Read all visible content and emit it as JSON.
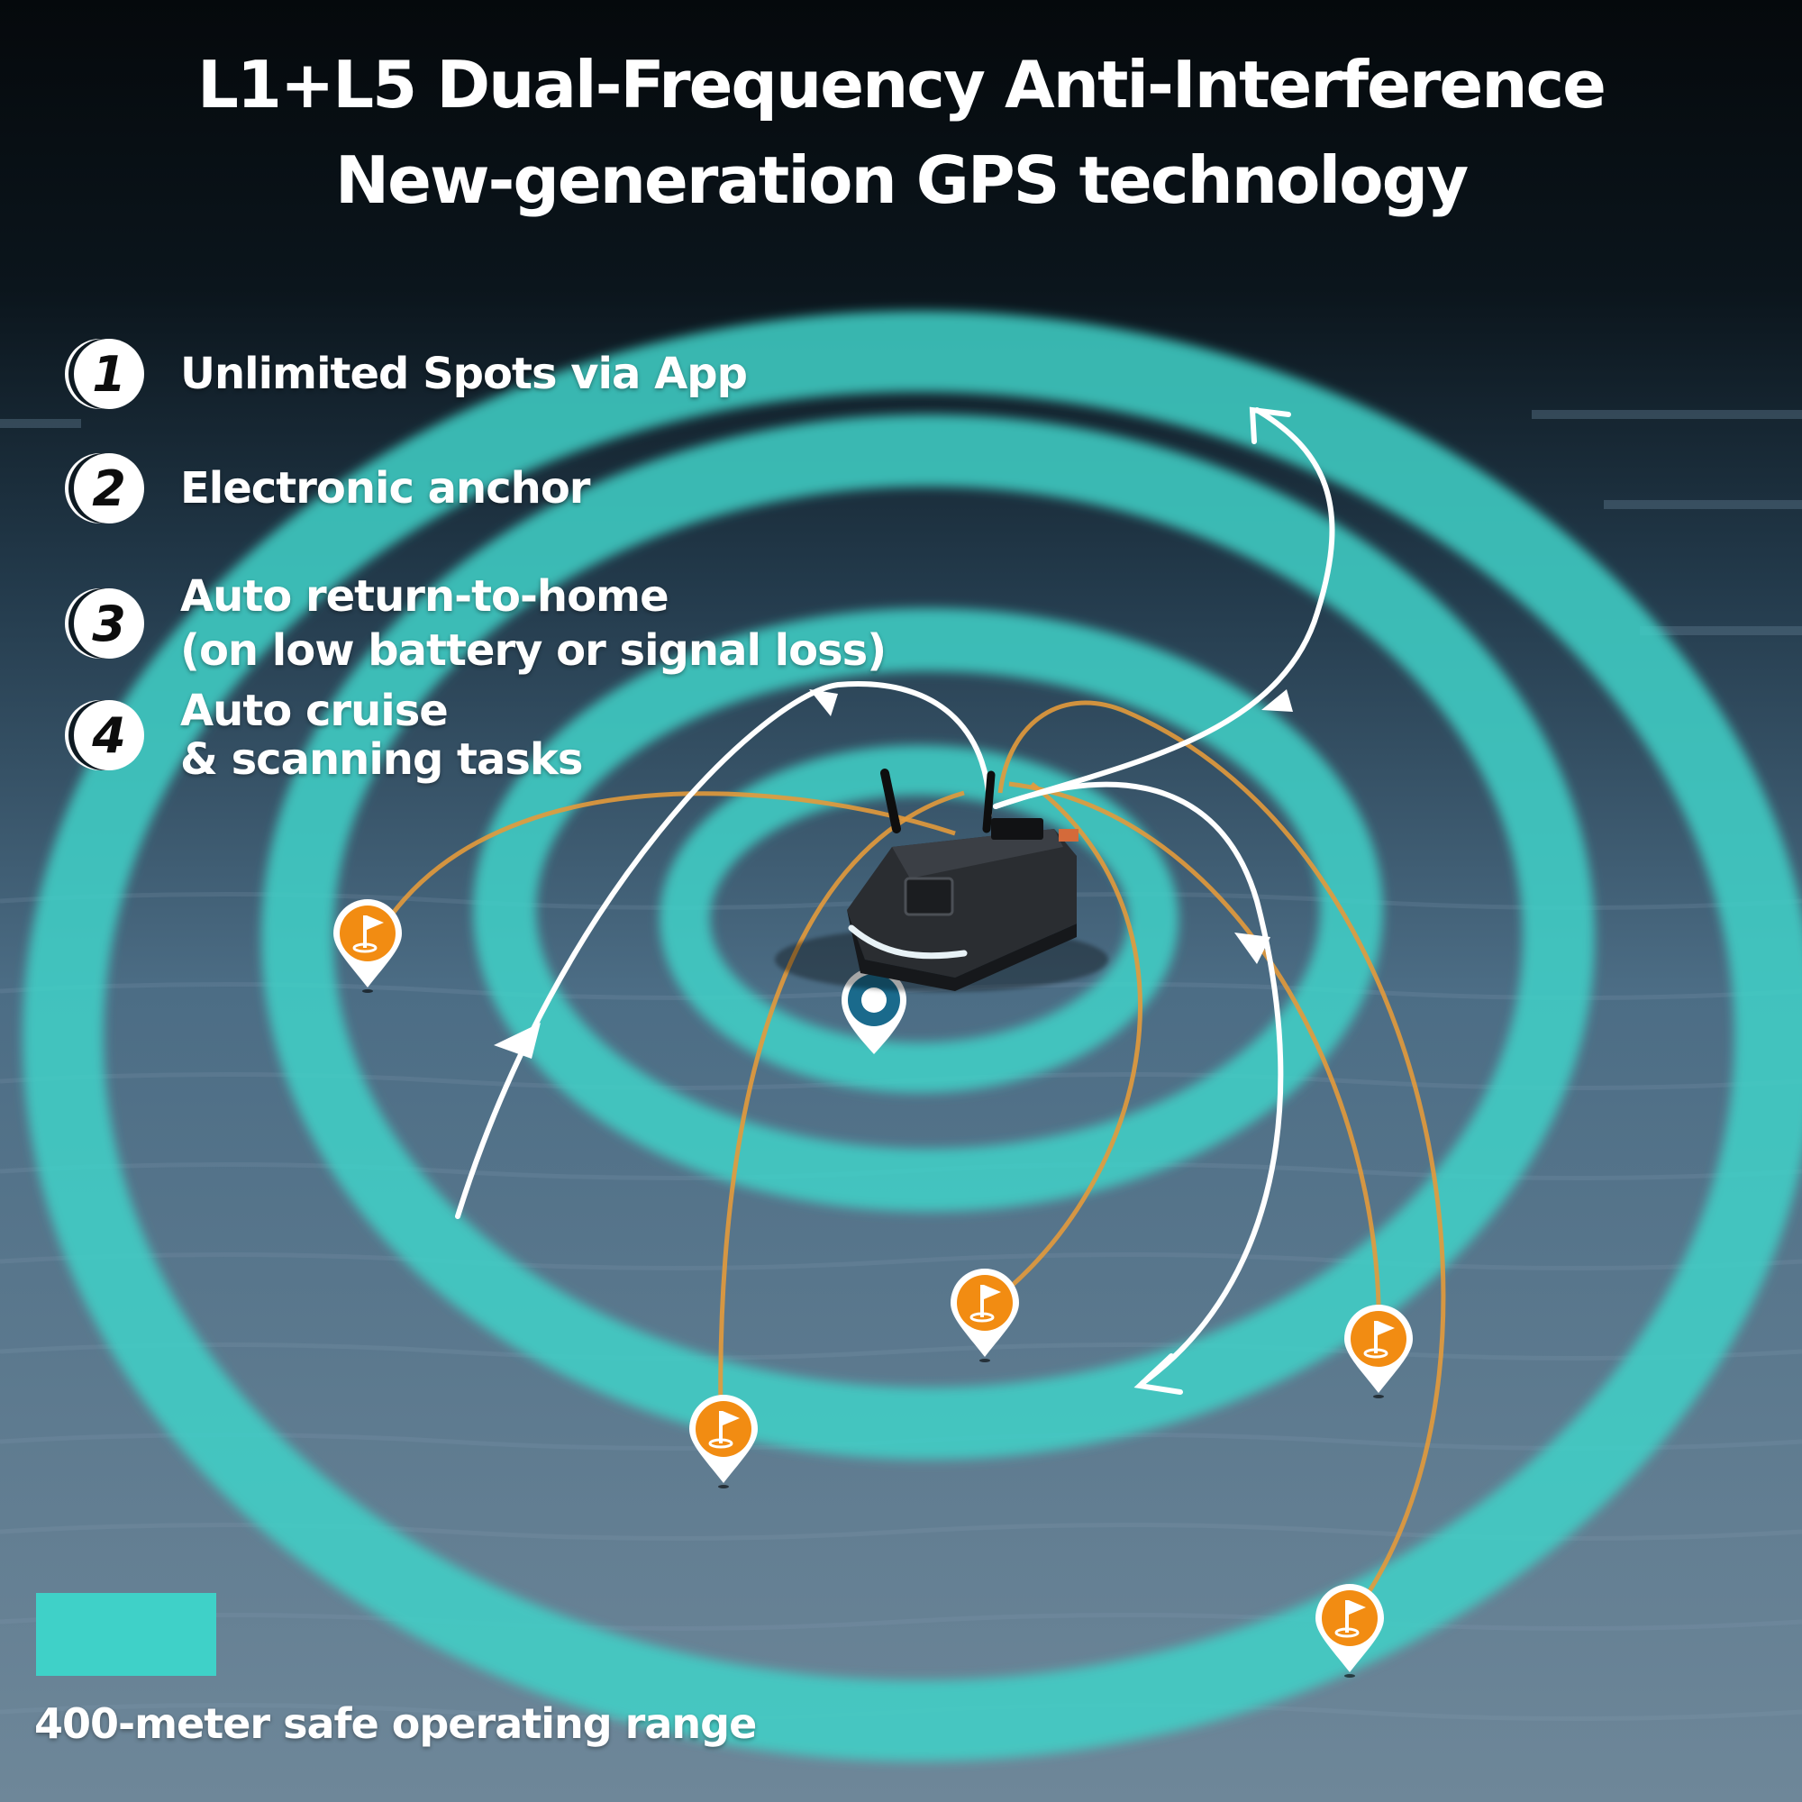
{
  "headline": {
    "line1": "L1+L5 Dual-Frequency Anti-Interference",
    "line2": "New-generation GPS technology"
  },
  "features": [
    {
      "number": "1",
      "text": "Unlimited Spots via App"
    },
    {
      "number": "2",
      "text": "Electronic anchor"
    },
    {
      "number": "3",
      "line1": "Auto return-to-home",
      "line2": "(on low battery or signal loss)"
    },
    {
      "number": "4",
      "line1": "Auto cruise",
      "line2": "& scanning tasks"
    }
  ],
  "legend": {
    "label": "400-meter safe operating range",
    "color": "#3fd1c8"
  },
  "colors": {
    "range_ring": "#3fd1c8",
    "route_orange": "#e39a3b",
    "pin_orange": "#f28c12",
    "home_pin": "#1a6a8c",
    "water_dark": "#0b151c",
    "water_light": "#4c6d85"
  },
  "icons": {
    "fishing_spot": "flag-pin-icon",
    "home": "location-pin-icon",
    "boat": "bait-boat-icon"
  }
}
